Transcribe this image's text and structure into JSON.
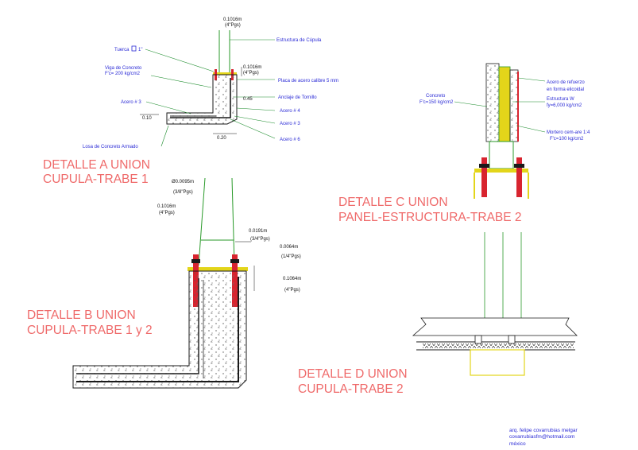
{
  "colors": {
    "title": "#ef6a6a",
    "label": "#2b2bd6",
    "leader": "#1c8c2c",
    "steel": "#2a9a2a",
    "plate": "#e3d51a",
    "bolt": "#d8242f",
    "concrete_edge": "#1a1a1a"
  },
  "detail_a": {
    "title_1": "DETALLE A UNION",
    "title_2": "CUPULA-TRABE 1",
    "dim_top": "0.1016m",
    "dim_top_in": "(4\"Pgs)",
    "estructura": "Estructura de Cúpula",
    "tuerca": "Tuerca",
    "tuerca_size": "1\"",
    "viga_1": "Viga de Concreto",
    "viga_2": "F'c= 200 kg/cm2",
    "dim_right": "0.1016m",
    "dim_right_in": "(4\"Pgs)",
    "placa": "Placa de acero calibre 5 mm",
    "anclaje": "Anclaje de Tornillo",
    "dim_45": "0.45",
    "acero3_left": "Acero # 3",
    "acero4": "Acero # 4",
    "acero3": "Acero # 3",
    "acero6": "Acero # 6",
    "dim_010": "0.10",
    "dim_020": "0.20",
    "losa": "Losa de Concreto Armado"
  },
  "detail_b": {
    "title_1": "DETALLE B UNION",
    "title_2": "CUPULA-TRABE 1 y 2",
    "dim_a": "Ø0.0095m",
    "dim_a_in": "(3/8\"Pgs)",
    "dim_b": "0.1016m",
    "dim_b_in": "(4\"Pgs)",
    "dim_c": "0.0191m",
    "dim_c_in": "(3/4\"Pgs)",
    "dim_d": "0.0064m",
    "dim_d_in": "(1/4\"Pgs)",
    "dim_e": "0.1064m",
    "dim_e_in": "(4\"Pgs)"
  },
  "detail_c": {
    "title_1": "DETALLE C UNION",
    "title_2": "PANEL-ESTRUCTURA-TRABE 2",
    "concreto_1": "Concreto",
    "concreto_2": "F'c=150 kg/cm2",
    "acero_1": "Acero de refuerzo",
    "acero_2": "en forma elicoidal",
    "estructura_1": "Estructura W",
    "estructura_2": "fy=6,000 kg/cm2",
    "mortero_1": "Mortero cem-are 1:4",
    "mortero_2": "F'c=100 kg/cm2"
  },
  "detail_d": {
    "title_1": "DETALLE D UNION",
    "title_2": "CUPULA-TRABE 2"
  },
  "credits": {
    "line_1": "arq. felipe covarrubias melgar",
    "line_2": "covarrubiasfm@hotmail.com",
    "line_3": "méxico"
  }
}
